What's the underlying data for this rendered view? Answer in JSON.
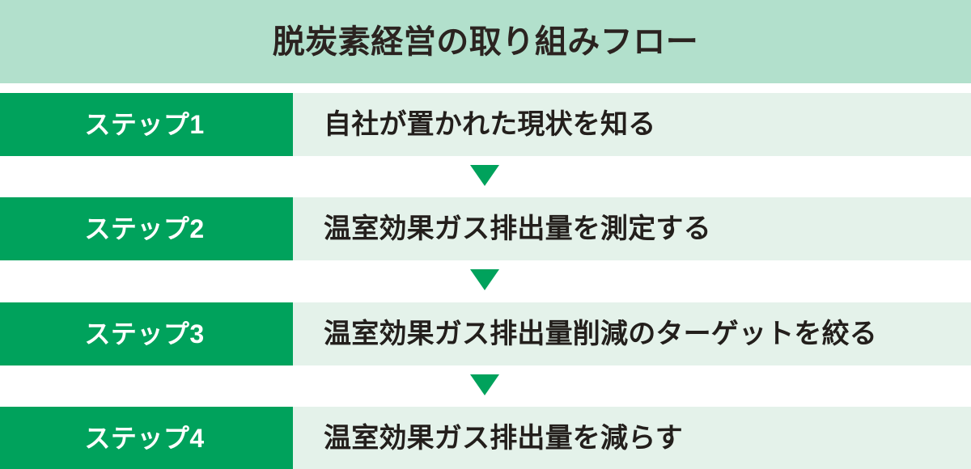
{
  "header": {
    "title": "脱炭素経営の取り組みフロー",
    "background_color": "#b2e0cc",
    "text_color": "#2b2320"
  },
  "palette": {
    "header_mint": "#b2e0cc",
    "step_green": "#00a25c",
    "row_light_mint": "#e4f2ea",
    "page_white": "#ffffff",
    "dark_text": "#231f1c",
    "white_text": "#ffffff"
  },
  "steps": [
    {
      "label": "ステップ1",
      "description": "自社が置かれた現状を知る"
    },
    {
      "label": "ステップ2",
      "description": "温室効果ガス排出量を測定する"
    },
    {
      "label": "ステップ3",
      "description": "温室効果ガス排出量削減のターゲットを絞る"
    },
    {
      "label": "ステップ4",
      "description": "温室効果ガス排出量を減らす"
    }
  ],
  "arrows": [
    {
      "icon": "triangle-down-icon"
    },
    {
      "icon": "triangle-down-icon"
    },
    {
      "icon": "triangle-down-icon"
    }
  ]
}
